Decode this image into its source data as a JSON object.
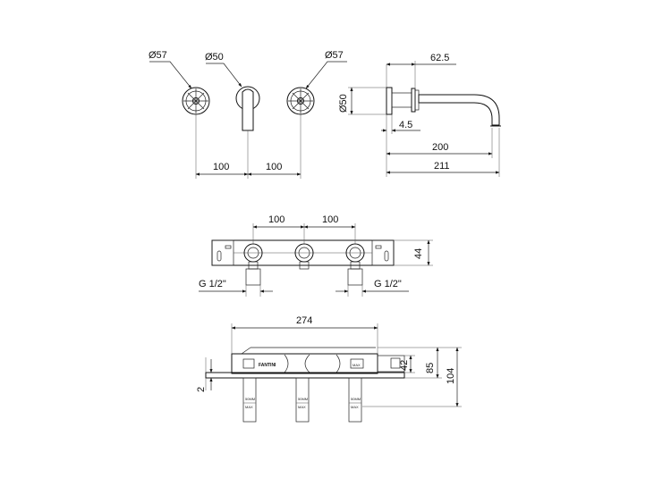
{
  "drawing": {
    "front_view": {
      "left_handle_diameter": "Ø57",
      "spout_diameter": "Ø50",
      "right_handle_diameter": "Ø57",
      "spacing_left": "100",
      "spacing_right": "100"
    },
    "side_view": {
      "rosette_diameter": "Ø50",
      "flange_depth": "62.5",
      "wall_gap": "4.5",
      "spout_projection": "200",
      "overall_projection": "211"
    },
    "rough_in_top": {
      "spacing_left": "100",
      "spacing_right": "100",
      "height": "44",
      "left_connection": "G 1/2\"",
      "right_connection": "G 1/2\""
    },
    "rough_in_front": {
      "overall_width": "274",
      "plate_thickness": "2",
      "inner_height": "42",
      "body_height": "85",
      "total_height": "104",
      "brand": "FANTINI",
      "side_label": "MAX",
      "pipe_label_top": "50MM",
      "pipe_label_bottom": "MAX"
    }
  }
}
